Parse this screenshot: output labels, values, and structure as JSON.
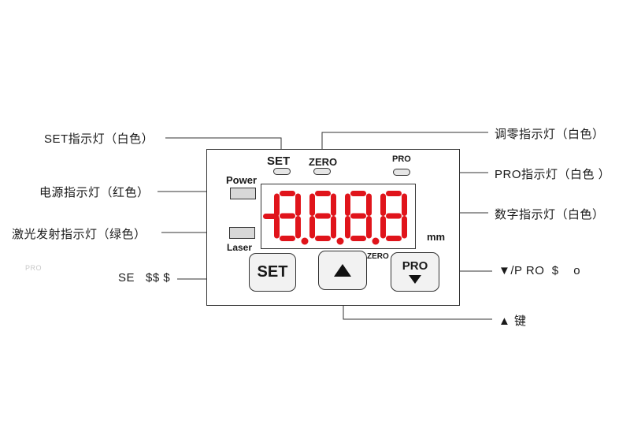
{
  "callouts": {
    "set_indicator": "SET指示灯（白色）",
    "zero_indicator": "调零指示灯（白色）",
    "pro_indicator": "PRO指示灯（白色 ）",
    "power_indicator": "电源指示灯（红色）",
    "digit_indicator": "数字指示灯（白色）",
    "laser_indicator": "激光发射指示灯（绿色）",
    "set_key": "SE   $$ $",
    "down_pro_key": "▼/P RO  $    o",
    "up_key": "▲ 键",
    "faint_mark": "PRO"
  },
  "panel": {
    "set_label": "SET",
    "zero_label": "ZERO",
    "pro_label": "PRO",
    "power_label": "Power",
    "laser_label": "Laser",
    "unit": "mm",
    "display_value": "-8.8.8.8",
    "digit_color": "#e0141b",
    "set_button_label": "SET",
    "up_button_icon": "up-triangle-icon",
    "zero_button_label": "ZERO",
    "pro_button_label": "PRO",
    "pro_button_icon": "down-triangle-icon"
  }
}
